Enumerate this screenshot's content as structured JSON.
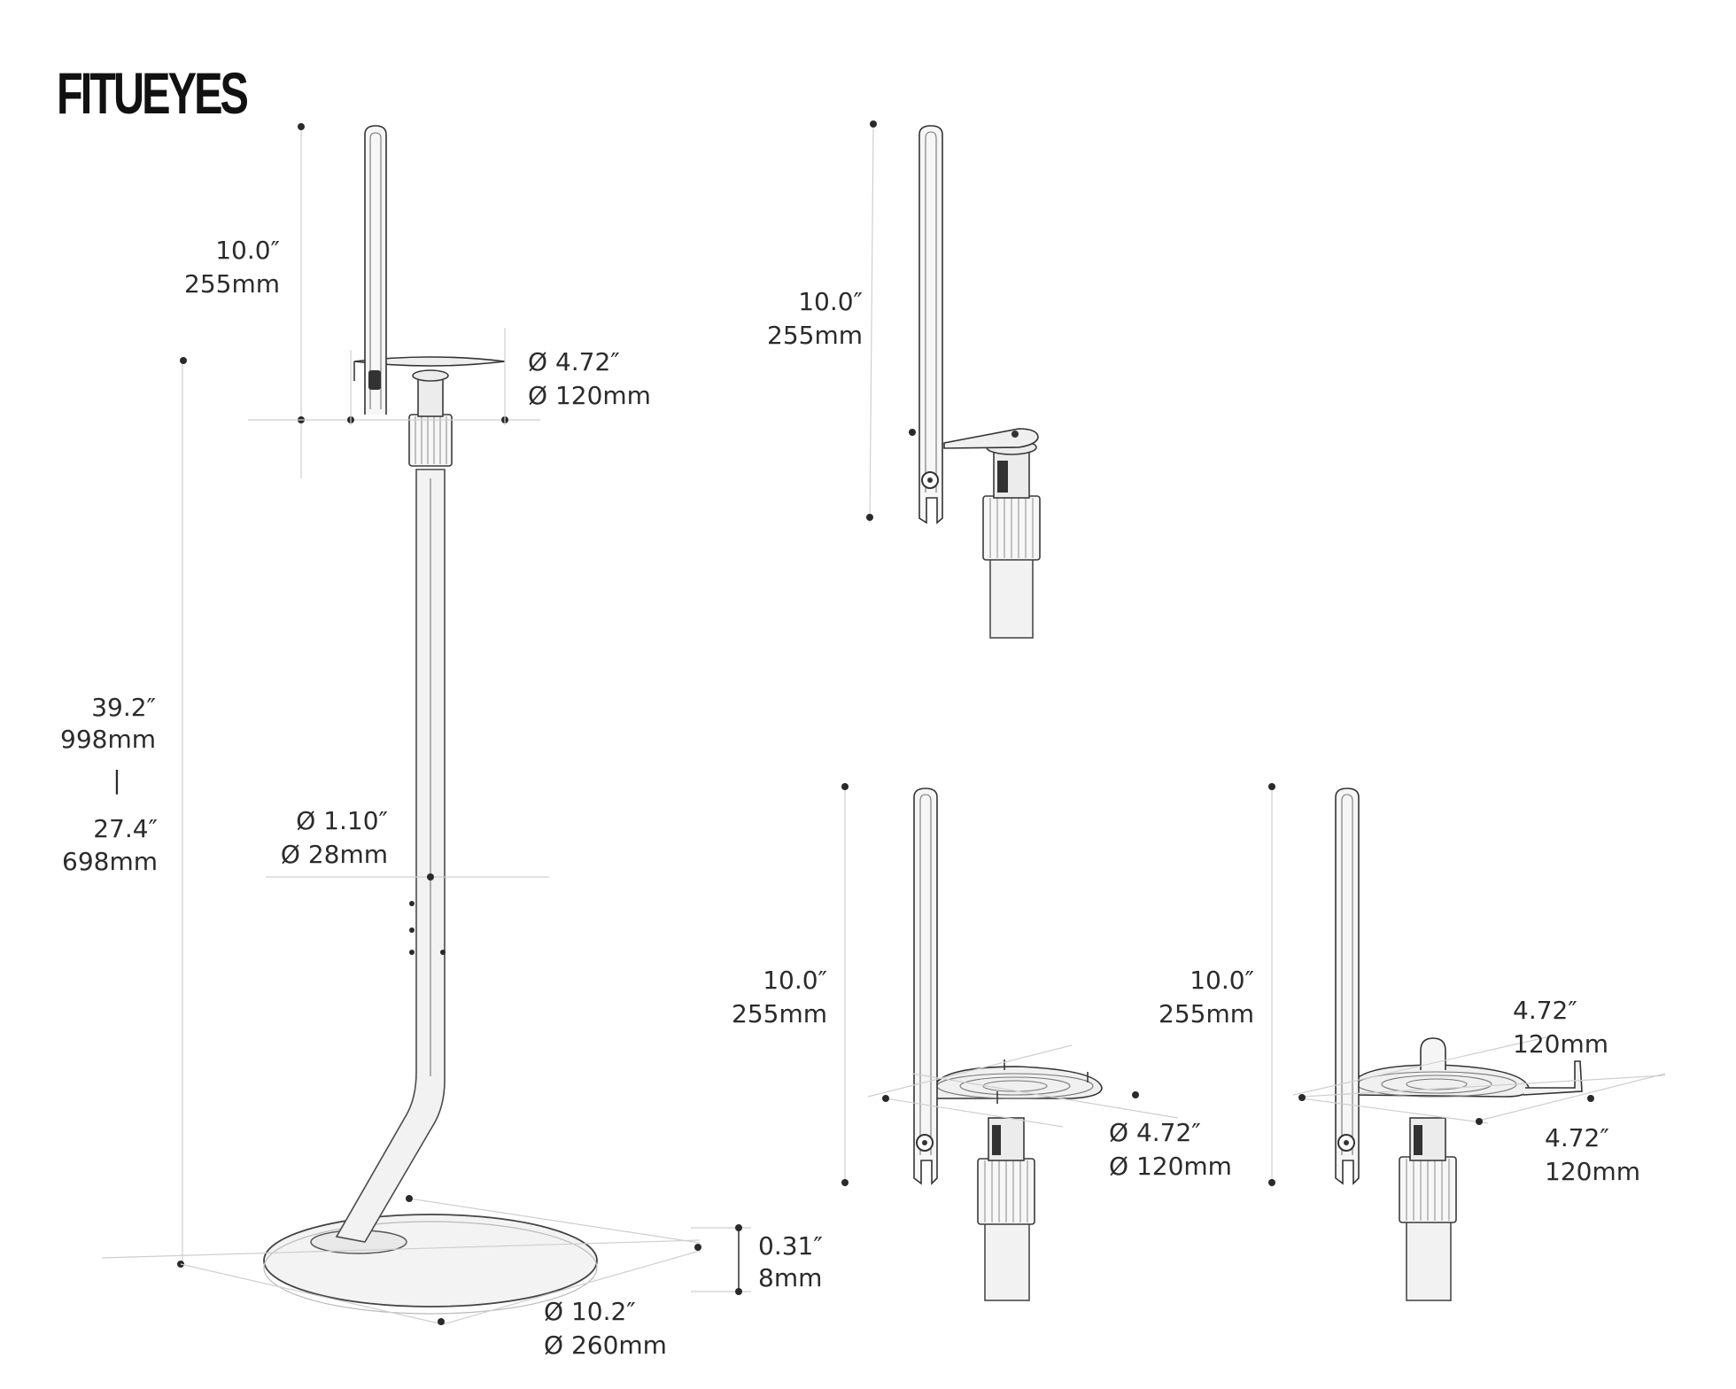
{
  "brand": {
    "prefix": "FITU",
    "suffix": "EYES"
  },
  "dimensions": {
    "main_bracket_height": {
      "imperial": "10.0″",
      "metric": "255mm"
    },
    "main_tray_diameter": {
      "imperial": "Ø 4.72″",
      "metric": "Ø 120mm"
    },
    "main_total_height": {
      "max_imperial": "39.2″",
      "max_metric": "998mm",
      "separator": "|",
      "min_imperial": "27.4″",
      "min_metric": "698mm"
    },
    "main_pole_diameter": {
      "imperial": "Ø 1.10″",
      "metric": "Ø 28mm"
    },
    "main_base_thickness": {
      "imperial": "0.31″",
      "metric": "8mm"
    },
    "main_base_diameter": {
      "imperial": "Ø 10.2″",
      "metric": "Ø 260mm"
    },
    "detail_a_bracket_height": {
      "imperial": "10.0″",
      "metric": "255mm"
    },
    "detail_b_bracket_height": {
      "imperial": "10.0″",
      "metric": "255mm"
    },
    "detail_b_tray_diameter": {
      "imperial": "Ø 4.72″",
      "metric": "Ø 120mm"
    },
    "detail_c_bracket_height": {
      "imperial": "10.0″",
      "metric": "255mm"
    },
    "detail_c_tray_width": {
      "imperial": "4.72″",
      "metric": "120mm"
    },
    "detail_c_tray_depth": {
      "imperial": "4.72″",
      "metric": "120mm"
    }
  }
}
